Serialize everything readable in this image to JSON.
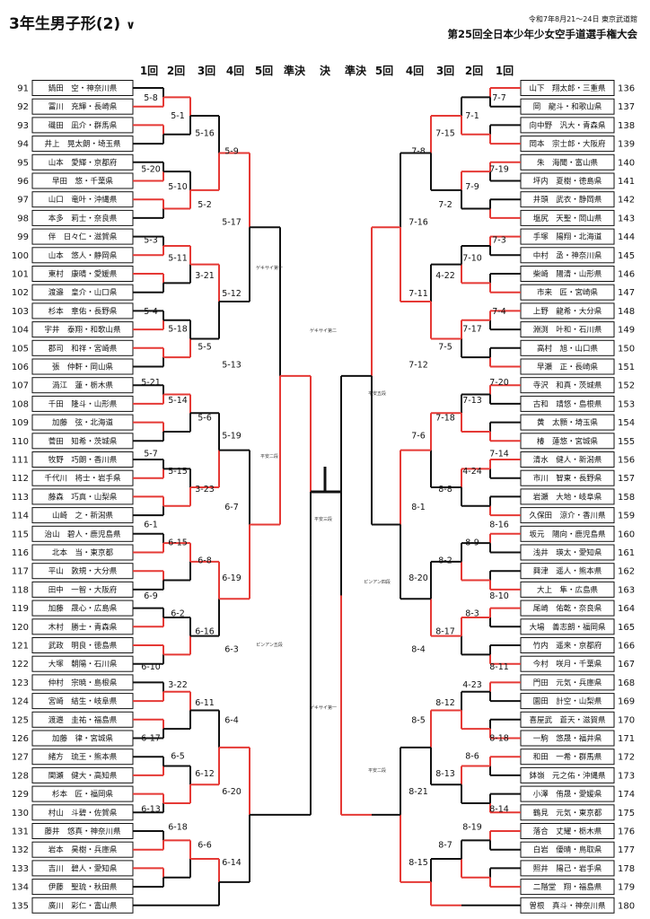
{
  "header": {
    "title": "3年生男子形(2)",
    "date_venue": "令和7年8月21〜24日 東京武道館",
    "event": "第25回全日本少年少女空手道選手権大会"
  },
  "rounds_left": [
    "1回",
    "2回",
    "3回",
    "4回",
    "5回",
    "準決"
  ],
  "round_center": "決",
  "rounds_right": [
    "準決",
    "5回",
    "4回",
    "3回",
    "2回",
    "1回"
  ],
  "left_players": [
    {
      "no": "91",
      "name": "鍋田　空・神奈川県"
    },
    {
      "no": "92",
      "name": "冨川　充輝・長崎県"
    },
    {
      "no": "93",
      "name": "磯田　凪介・群馬県"
    },
    {
      "no": "94",
      "name": "井上　晃太朗・埼玉県"
    },
    {
      "no": "95",
      "name": "山本　愛輝・京都府"
    },
    {
      "no": "96",
      "name": "早田　悠・千葉県"
    },
    {
      "no": "97",
      "name": "山口　竜叶・沖縄県"
    },
    {
      "no": "98",
      "name": "本多　莉士・奈良県"
    },
    {
      "no": "99",
      "name": "伴　日々仁・滋賀県"
    },
    {
      "no": "100",
      "name": "山本　悠人・静岡県"
    },
    {
      "no": "101",
      "name": "東村　康晴・愛媛県"
    },
    {
      "no": "102",
      "name": "渡邉　皇介・山口県"
    },
    {
      "no": "103",
      "name": "杉本　章佑・長野県"
    },
    {
      "no": "104",
      "name": "宇井　泰翔・和歌山県"
    },
    {
      "no": "105",
      "name": "郡司　和祥・宮崎県"
    },
    {
      "no": "106",
      "name": "張　仲軒・岡山県"
    },
    {
      "no": "107",
      "name": "渦江　蓮・栃木県"
    },
    {
      "no": "108",
      "name": "千田　隆斗・山形県"
    },
    {
      "no": "109",
      "name": "加藤　弦・北海道"
    },
    {
      "no": "110",
      "name": "菅田　知希・茨城県"
    },
    {
      "no": "111",
      "name": "牧野　巧朗・香川県"
    },
    {
      "no": "112",
      "name": "千代川　将士・岩手県"
    },
    {
      "no": "113",
      "name": "藤森　巧真・山梨県"
    },
    {
      "no": "114",
      "name": "山崎　之・新潟県"
    },
    {
      "no": "115",
      "name": "治山　碧人・鹿児島県"
    },
    {
      "no": "116",
      "name": "北本　当・東京都"
    },
    {
      "no": "117",
      "name": "平山　敦規・大分県"
    },
    {
      "no": "118",
      "name": "田中　一智・大阪府"
    },
    {
      "no": "119",
      "name": "加藤　晟心・広島県"
    },
    {
      "no": "120",
      "name": "木村　勝士・青森県"
    },
    {
      "no": "121",
      "name": "武政　明良・徳島県"
    },
    {
      "no": "122",
      "name": "大塚　朝陽・石川県"
    },
    {
      "no": "123",
      "name": "仲村　宗暁・島根県"
    },
    {
      "no": "124",
      "name": "宮崎　結生・岐阜県"
    },
    {
      "no": "125",
      "name": "渡邉　圭祐・福島県"
    },
    {
      "no": "126",
      "name": "加藤　律・宮城県"
    },
    {
      "no": "127",
      "name": "緒方　琉王・熊本県"
    },
    {
      "no": "128",
      "name": "関瀬　健大・高知県"
    },
    {
      "no": "129",
      "name": "杉本　匠・福岡県"
    },
    {
      "no": "130",
      "name": "村山　斗碧・佐賀県"
    },
    {
      "no": "131",
      "name": "藤井　悠真・神奈川県"
    },
    {
      "no": "132",
      "name": "岩本　昊樹・兵庫県"
    },
    {
      "no": "133",
      "name": "吉川　碧人・愛知県"
    },
    {
      "no": "134",
      "name": "伊藤　聖琉・秋田県"
    },
    {
      "no": "135",
      "name": "廣川　彩仁・富山県"
    }
  ],
  "right_players": [
    {
      "no": "136",
      "name": "山下　翔太郎・三重県"
    },
    {
      "no": "137",
      "name": "岡　龍斗・和歌山県"
    },
    {
      "no": "138",
      "name": "向中野　汎大・青森県"
    },
    {
      "no": "139",
      "name": "岡本　宗士郎・大阪府"
    },
    {
      "no": "140",
      "name": "朱　海聞・富山県"
    },
    {
      "no": "141",
      "name": "坪内　夏樹・徳島県"
    },
    {
      "no": "142",
      "name": "井頭　武衣・静岡県"
    },
    {
      "no": "143",
      "name": "塩尻　天聖・岡山県"
    },
    {
      "no": "144",
      "name": "手塚　陽翔・北海道"
    },
    {
      "no": "145",
      "name": "中村　丞・神奈川県"
    },
    {
      "no": "146",
      "name": "柴崎　陽清・山形県"
    },
    {
      "no": "147",
      "name": "市来　匠・宮崎県"
    },
    {
      "no": "148",
      "name": "上野　龍希・大分県"
    },
    {
      "no": "149",
      "name": "淵渕　叶和・石川県"
    },
    {
      "no": "150",
      "name": "高村　旭・山口県"
    },
    {
      "no": "151",
      "name": "早瀬　正・長崎県"
    },
    {
      "no": "152",
      "name": "寺沢　和真・茨城県"
    },
    {
      "no": "153",
      "name": "古和　靖悠・島根県"
    },
    {
      "no": "154",
      "name": "黄　太顥・埼玉県"
    },
    {
      "no": "155",
      "name": "椿　蓮悠・宮城県"
    },
    {
      "no": "156",
      "name": "清水　健人・新潟県"
    },
    {
      "no": "157",
      "name": "市川　智東・長野県"
    },
    {
      "no": "158",
      "name": "岩瀬　大地・岐阜県"
    },
    {
      "no": "159",
      "name": "久保田　涼介・香川県"
    },
    {
      "no": "160",
      "name": "坂元　陽向・鹿児島県"
    },
    {
      "no": "161",
      "name": "浅井　瑛太・愛知県"
    },
    {
      "no": "162",
      "name": "興津　遥人・熊本県"
    },
    {
      "no": "163",
      "name": "大上　隼・広島県"
    },
    {
      "no": "164",
      "name": "尾崎　佑乾・奈良県"
    },
    {
      "no": "165",
      "name": "大場　善志朗・福岡県"
    },
    {
      "no": "166",
      "name": "竹内　遥来・京都府"
    },
    {
      "no": "167",
      "name": "今村　咲月・千葉県"
    },
    {
      "no": "168",
      "name": "門田　元気・兵庫県"
    },
    {
      "no": "169",
      "name": "園田　計空・山梨県"
    },
    {
      "no": "170",
      "name": "喜屋武　蒼天・滋賀県"
    },
    {
      "no": "171",
      "name": "一駒　悠晟・福井県"
    },
    {
      "no": "172",
      "name": "和田　一希・群馬県"
    },
    {
      "no": "173",
      "name": "鉢嶺　元之佑・沖縄県"
    },
    {
      "no": "174",
      "name": "小澤　侑晟・愛媛県"
    },
    {
      "no": "175",
      "name": "鶴見　元気・東京都"
    },
    {
      "no": "176",
      "name": "落合　丈耀・栃木県"
    },
    {
      "no": "177",
      "name": "白岩　優晴・鳥取県"
    },
    {
      "no": "178",
      "name": "照井　陽己・岩手県"
    },
    {
      "no": "179",
      "name": "二階堂　翔・福島県"
    },
    {
      "no": "180",
      "name": "曽根　真斗・神奈川県"
    }
  ],
  "match_labels_left": [
    "5-8",
    "5-1",
    "5-16",
    "5-9",
    "5-20",
    "5-10",
    "5-2",
    "5-17",
    "5-3",
    "5-11",
    "3-21",
    "5-12",
    "5-4",
    "5-18",
    "5-5",
    "5-13",
    "5-21",
    "5-14",
    "5-6",
    "5-19",
    "5-7",
    "5-15",
    "3-23",
    "6-7",
    "6-1",
    "6-15",
    "6-8",
    "6-19",
    "6-9",
    "6-2",
    "6-16",
    "6-3",
    "6-10",
    "3-22",
    "6-11",
    "6-4",
    "6-17",
    "6-5",
    "6-12",
    "6-20",
    "6-13",
    "6-18",
    "6-6",
    "6-14"
  ],
  "match_labels_right": [
    "7-7",
    "7-1",
    "7-15",
    "7-8",
    "7-19",
    "7-9",
    "7-2",
    "7-16",
    "7-3",
    "7-10",
    "4-22",
    "7-11",
    "7-4",
    "7-17",
    "7-5",
    "7-12",
    "7-20",
    "7-13",
    "7-18",
    "7-6",
    "7-14",
    "4-24",
    "8-8",
    "8-1",
    "8-16",
    "8-9",
    "8-2",
    "8-20",
    "8-10",
    "8-3",
    "8-17",
    "8-4",
    "8-11",
    "4-23",
    "8-12",
    "8-5",
    "8-18",
    "8-6",
    "8-13",
    "8-21",
    "8-14",
    "8-19",
    "8-7",
    "8-15"
  ],
  "score_notes": [
    "ゲキサイ第一",
    "ゲキサイ第二",
    "平安五段",
    "平安二段",
    "平安三段",
    "ピンアン四段",
    "ピンアン五段",
    "ゲキサイ第一",
    "平安二段"
  ],
  "colors": {
    "winner_line": "#e53935",
    "loser_line": "#111111",
    "box_border": "#111111"
  }
}
